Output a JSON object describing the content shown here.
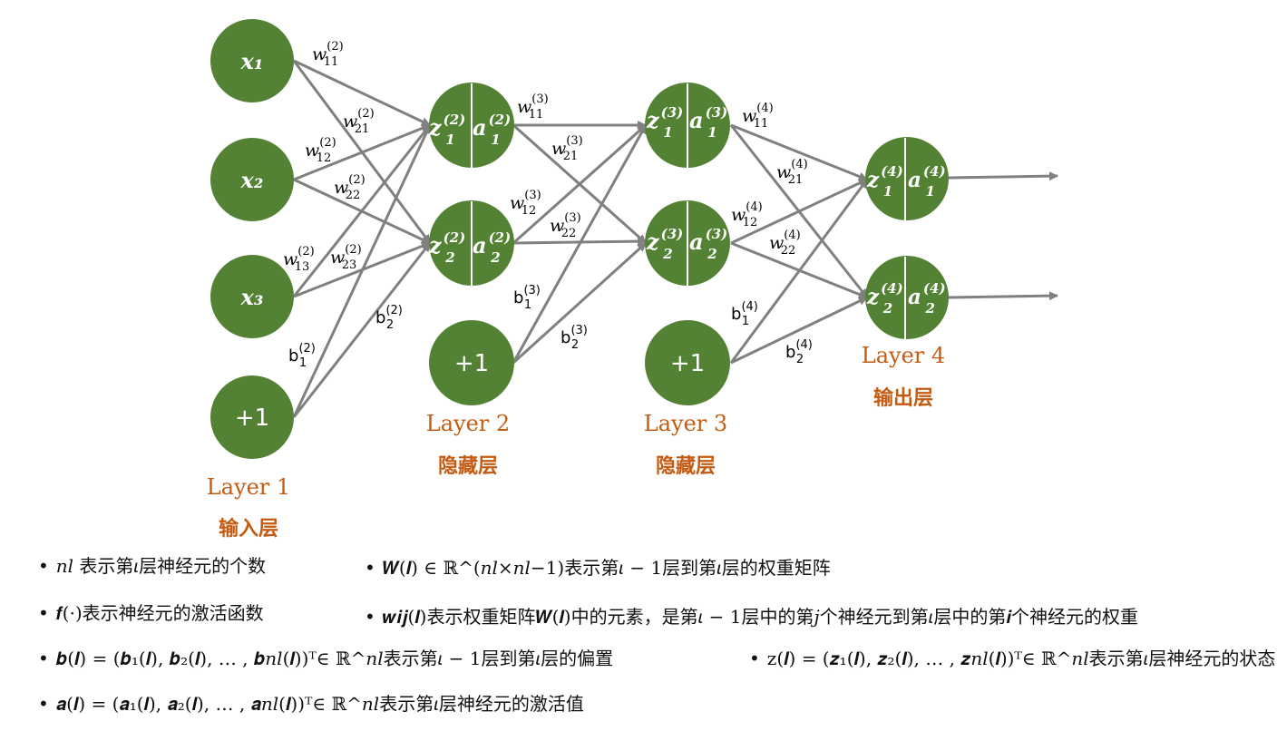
{
  "colors": {
    "node_fill": "#548235",
    "arrow": "#808080",
    "label": "#c55a11"
  },
  "nodes": {
    "x1": "x₁",
    "x2": "x₂",
    "x3": "x₃",
    "bias": "+1",
    "l2n1": {
      "z": "z",
      "zsup": "(2)",
      "zsub": "1",
      "a": "a",
      "asup": "(2)",
      "asub": "1"
    },
    "l2n2": {
      "z": "z",
      "zsup": "(2)",
      "zsub": "2",
      "a": "a",
      "asup": "(2)",
      "asub": "2"
    },
    "l3n1": {
      "z": "z",
      "zsup": "(3)",
      "zsub": "1",
      "a": "a",
      "asup": "(3)",
      "asub": "1"
    },
    "l3n2": {
      "z": "z",
      "zsup": "(3)",
      "zsub": "2",
      "a": "a",
      "asup": "(3)",
      "asub": "2"
    },
    "l4n1": {
      "z": "z",
      "zsup": "(4)",
      "zsub": "1",
      "a": "a",
      "asup": "(4)",
      "asub": "1"
    },
    "l4n2": {
      "z": "z",
      "zsup": "(4)",
      "zsub": "2",
      "a": "a",
      "asup": "(4)",
      "asub": "2"
    }
  },
  "layers": {
    "l1": {
      "name": "Layer 1",
      "cn": "输入层"
    },
    "l2": {
      "name": "Layer 2",
      "cn": "隐藏层"
    },
    "l3": {
      "name": "Layer 3",
      "cn": "隐藏层"
    },
    "l4": {
      "name": "Layer 4",
      "cn": "输出层"
    }
  },
  "weights": {
    "w2_11": {
      "base": "w",
      "sup": "(2)",
      "sub": "11"
    },
    "w2_21": {
      "base": "w",
      "sup": "(2)",
      "sub": "21"
    },
    "w2_12": {
      "base": "w",
      "sup": "(2)",
      "sub": "12"
    },
    "w2_22": {
      "base": "w",
      "sup": "(2)",
      "sub": "22"
    },
    "w2_13": {
      "base": "w",
      "sup": "(2)",
      "sub": "13"
    },
    "w2_23": {
      "base": "w",
      "sup": "(2)",
      "sub": "23"
    },
    "w3_11": {
      "base": "w",
      "sup": "(3)",
      "sub": "11"
    },
    "w3_21": {
      "base": "w",
      "sup": "(3)",
      "sub": "21"
    },
    "w3_12": {
      "base": "w",
      "sup": "(3)",
      "sub": "12"
    },
    "w3_22": {
      "base": "w",
      "sup": "(3)",
      "sub": "22"
    },
    "w4_11": {
      "base": "w",
      "sup": "(4)",
      "sub": "11"
    },
    "w4_21": {
      "base": "w",
      "sup": "(4)",
      "sub": "21"
    },
    "w4_12": {
      "base": "w",
      "sup": "(4)",
      "sub": "12"
    },
    "w4_22": {
      "base": "w",
      "sup": "(4)",
      "sub": "22"
    },
    "b2_1": {
      "base": "b",
      "sup": "(2)",
      "sub": "1"
    },
    "b2_2": {
      "base": "b",
      "sup": "(2)",
      "sub": "2"
    },
    "b3_1": {
      "base": "b",
      "sup": "(3)",
      "sub": "1"
    },
    "b3_2": {
      "base": "b",
      "sup": "(3)",
      "sub": "2"
    },
    "b4_1": {
      "base": "b",
      "sup": "(4)",
      "sub": "1"
    },
    "b4_2": {
      "base": "b",
      "sup": "(4)",
      "sub": "2"
    }
  },
  "notes": {
    "n1": "𝑛𝑙 表示第𝜄层神经元的个数",
    "n2": "𝒇(·)表示神经元的激活函数",
    "n3": "𝒃(𝒍) = (𝒃₁(𝒍), 𝒃₂(𝒍), … , 𝒃𝑛𝑙(𝒍))ᵀ∈ ℝ^𝑛𝑙表示第𝜄 − 1层到第𝜄层的偏置",
    "n4": "𝒂(𝒍) = (𝒂₁(𝒍), 𝒂₂(𝒍), … , 𝒂𝑛𝑙(𝒍))ᵀ∈ ℝ^𝑛𝑙表示第𝜄层神经元的激活值",
    "n5": "𝑾(𝒍) ∈  ℝ^(𝑛𝑙×𝑛𝑙−1)表示第𝜄 − 1层到第𝜄层的权重矩阵",
    "n6": "𝒘𝒊𝒋(𝒍)表示权重矩阵𝑾(𝒍)中的元素，是第𝜄 − 1层中的第𝑗个神经元到第𝜄层中的第𝒊个神经元的权重",
    "n7": "z(𝒍) = (𝒛₁(𝒍), 𝒛₂(𝒍), … , 𝒛𝑛𝑙(𝒍))ᵀ∈ ℝ^𝑛𝑙表示第𝜄层神经元的状态"
  }
}
